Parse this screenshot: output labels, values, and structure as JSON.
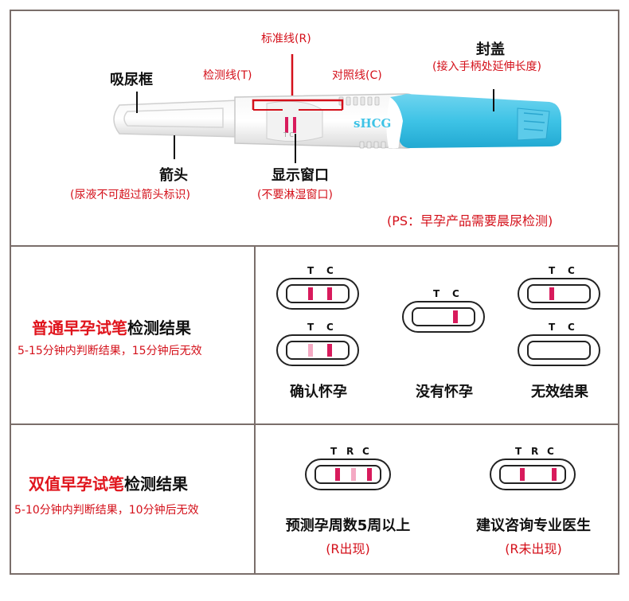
{
  "top": {
    "labels": {
      "absorb_frame": "吸尿框",
      "standard_line": "标准线(R)",
      "test_line": "检测线(T)",
      "control_line": "对照线(C)",
      "cap": "封盖",
      "cap_note": "(接入手柄处延伸长度)",
      "arrow": "箭头",
      "arrow_note": "(尿液不可超过箭头标识)",
      "window": "显示窗口",
      "window_note": "(不要淋湿窗口)",
      "brand": "sHCG",
      "window_tc": "T C",
      "ps_note": "(PS：早孕产品需要晨尿检测)"
    },
    "colors": {
      "cap_blue": "#3ec3e6",
      "label_red": "#d4101a",
      "band_red": "#d81b5c"
    }
  },
  "regular": {
    "title_red": "普通早孕试笔",
    "title_black": "检测结果",
    "note": "5-15分钟内判断结果，15分钟后无效",
    "letter_t": "T",
    "letter_c": "C",
    "results": {
      "pregnant": "确认怀孕",
      "not_pregnant": "没有怀孕",
      "invalid": "无效结果"
    }
  },
  "dual": {
    "title_red": "双值早孕试笔",
    "title_black": "检测结果",
    "note": "5-10分钟内判断结果，10分钟后无效",
    "letter_t": "T",
    "letter_r": "R",
    "letter_c": "C",
    "results": {
      "over_5_weeks": "预测孕周数5周以上",
      "over_5_weeks_note": "(R出现)",
      "consult": "建议咨询专业医生",
      "consult_note": "(R未出现)"
    }
  }
}
